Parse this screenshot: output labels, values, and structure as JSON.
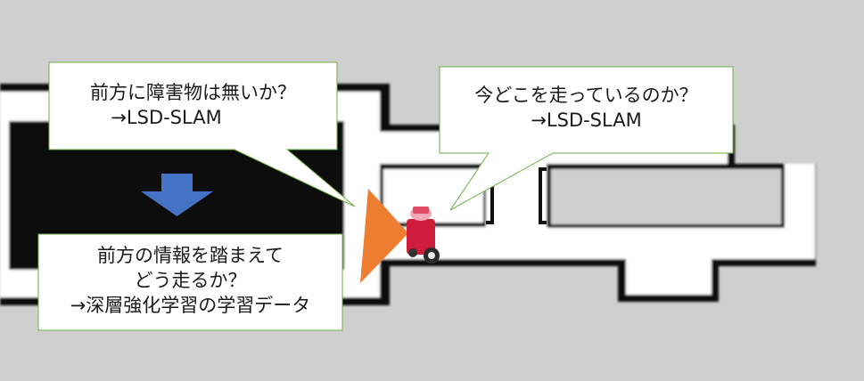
{
  "colors": {
    "background": "#cfcfcf",
    "corridor": "#ffffff",
    "wall": "#111111",
    "bubble_fill": "#ffffff",
    "bubble_border": "#70ad47",
    "arrow_blue": "#4472c4",
    "view_cone": "#ed7d31",
    "robot_body": "#d01c3c"
  },
  "icons": {
    "flow_arrow": "down-arrow-icon",
    "robot": "robot-icon",
    "camera_view": "view-cone-icon"
  },
  "bubbles": {
    "obstacle": {
      "line1": "前方に障害物は無いか？",
      "line2": "→LSD-SLAM"
    },
    "localization": {
      "line1": "今どこを走っているのか？",
      "line2": "→LSD-SLAM"
    },
    "driving": {
      "line1": "前方の情報を踏まえて",
      "line2": "どう走るか？",
      "line3": "→深層強化学習の学習データ"
    }
  }
}
